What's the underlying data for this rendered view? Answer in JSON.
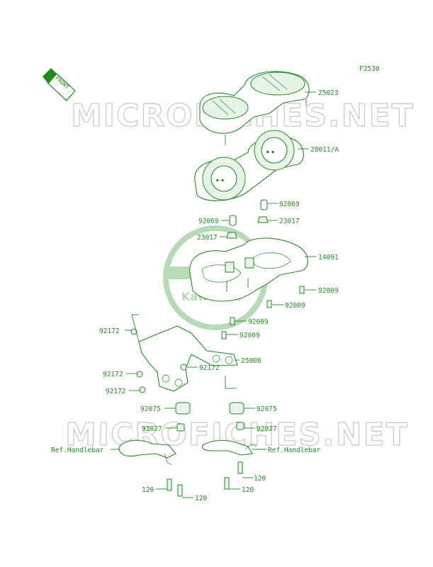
{
  "figure_code": "F2530",
  "front_badge": "FRONT",
  "watermarks": [
    "MICROFICHES.NET",
    "MICROFICHES.NET"
  ],
  "logo_text": "Kawasaki",
  "colors": {
    "line": "#1f8a1f",
    "watermark": "#c9c9c9",
    "background": "#ffffff"
  },
  "parts": {
    "p25023": "25023",
    "p28011": "28011/A",
    "p92069_r": "92069",
    "p92069_l": "92069",
    "p23017_r": "23017",
    "p23017_l": "23017",
    "p14091": "14091",
    "p92009_a": "92009",
    "p92009_b": "92009",
    "p92009_c": "92009",
    "p92009_d": "92009",
    "p92172_a": "92172",
    "p92172_b": "92172",
    "p92172_c": "92172",
    "p92172_d": "92172",
    "p25008": "25008",
    "p92075_l": "92075",
    "p92075_r": "92075",
    "p92027_l": "92027",
    "p92027_r": "92027",
    "ref_l": "Ref.Handlebar",
    "ref_r": "Ref.Handlebar",
    "p120_a": "120",
    "p120_b": "120",
    "p120_c": "120",
    "p120_d": "120"
  }
}
